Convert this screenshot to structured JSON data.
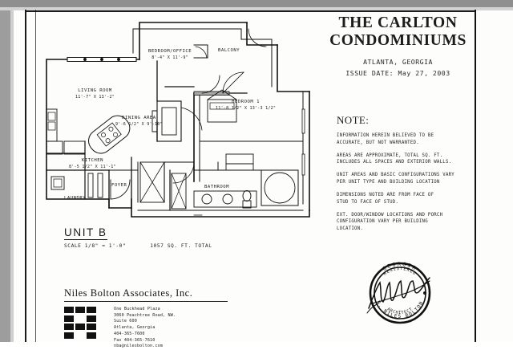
{
  "titleblock": {
    "line1": "THE CARLTON",
    "line2": "CONDOMINIUMS",
    "location": "ATLANTA, GEORGIA",
    "issue_date": "ISSUE DATE:  May 27, 2003"
  },
  "note": {
    "heading": "NOTE:",
    "items": [
      "INFORMATION HEREIN BELIEVED TO BE\nACCURATE, BUT NOT WARRANTED.",
      "AREAS ARE APPROXIMATE, TOTAL SQ. FT.\nINCLUDES ALL SPACES AND EXTERIOR WALLS.",
      "UNIT AREAS AND BASIC CONFIGURATIONS VARY\nPER UNIT TYPE AND BUILDING LOCATION",
      "DIMENSIONS NOTED ARE FROM FACE OF\nSTUD TO FACE OF STUD.",
      "EXT. DOOR/WINDOW LOCATIONS AND PORCH\nCONFIGURATION VARY PER BUILDING\nLOCATION."
    ]
  },
  "unit": {
    "name": "UNIT B",
    "scale": "SCALE 1/8\" = 1'-0\"",
    "area": "1057 SQ. FT. TOTAL"
  },
  "firm": {
    "name": "Niles Bolton Associates, Inc.",
    "address": "One Buckhead Plaza\n3060 Peachtree Road, NW.\nSuite 600\nAtlanta, Georgia\n404-365-7600\nFax 404-365-7610\nnba@nilesbolton.com"
  },
  "seal": {
    "top_text": "GEORGIA",
    "second_text": "REGISTERED",
    "bottom_text": "ARCHITECT",
    "name_text": "R. NILES BOLTON"
  },
  "plan": {
    "rooms": [
      {
        "name": "BEDROOM/OFFICE",
        "dim": "8'-4\" X 11'-9\""
      },
      {
        "name": "BALCONY",
        "dim": ""
      },
      {
        "name": "LIVING ROOM",
        "dim": "11'-7\" X 13'-2\""
      },
      {
        "name": "BEDROOM 1",
        "dim": "11'-8 1/2\" X 13'-3 1/2\""
      },
      {
        "name": "DINING AREA",
        "dim": "9'-6 1/2\" X 9'-10\""
      },
      {
        "name": "KITCHEN",
        "dim": "8'-5 1/2\" X 11'-1\""
      },
      {
        "name": "LAUNDRY",
        "dim": ""
      },
      {
        "name": "FOYER",
        "dim": ""
      },
      {
        "name": "BATHROOM",
        "dim": ""
      }
    ]
  }
}
